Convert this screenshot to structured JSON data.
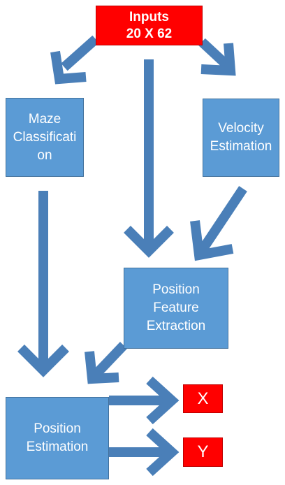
{
  "nodes": {
    "inputs": {
      "text": "Inputs\n20 X 62"
    },
    "maze": {
      "text": "Maze\nClassificati\non"
    },
    "velocity": {
      "text": "Velocity\nEstimation"
    },
    "feature": {
      "text": "Position\nFeature\nExtraction"
    },
    "estimation": {
      "text": "Position\nEstimation"
    },
    "out_x": {
      "text": "X"
    },
    "out_y": {
      "text": "Y"
    }
  },
  "colors": {
    "process_fill": "#5b9bd5",
    "input_fill": "#ff0000",
    "arrow": "#4a7fb8",
    "text": "#ffffff"
  }
}
